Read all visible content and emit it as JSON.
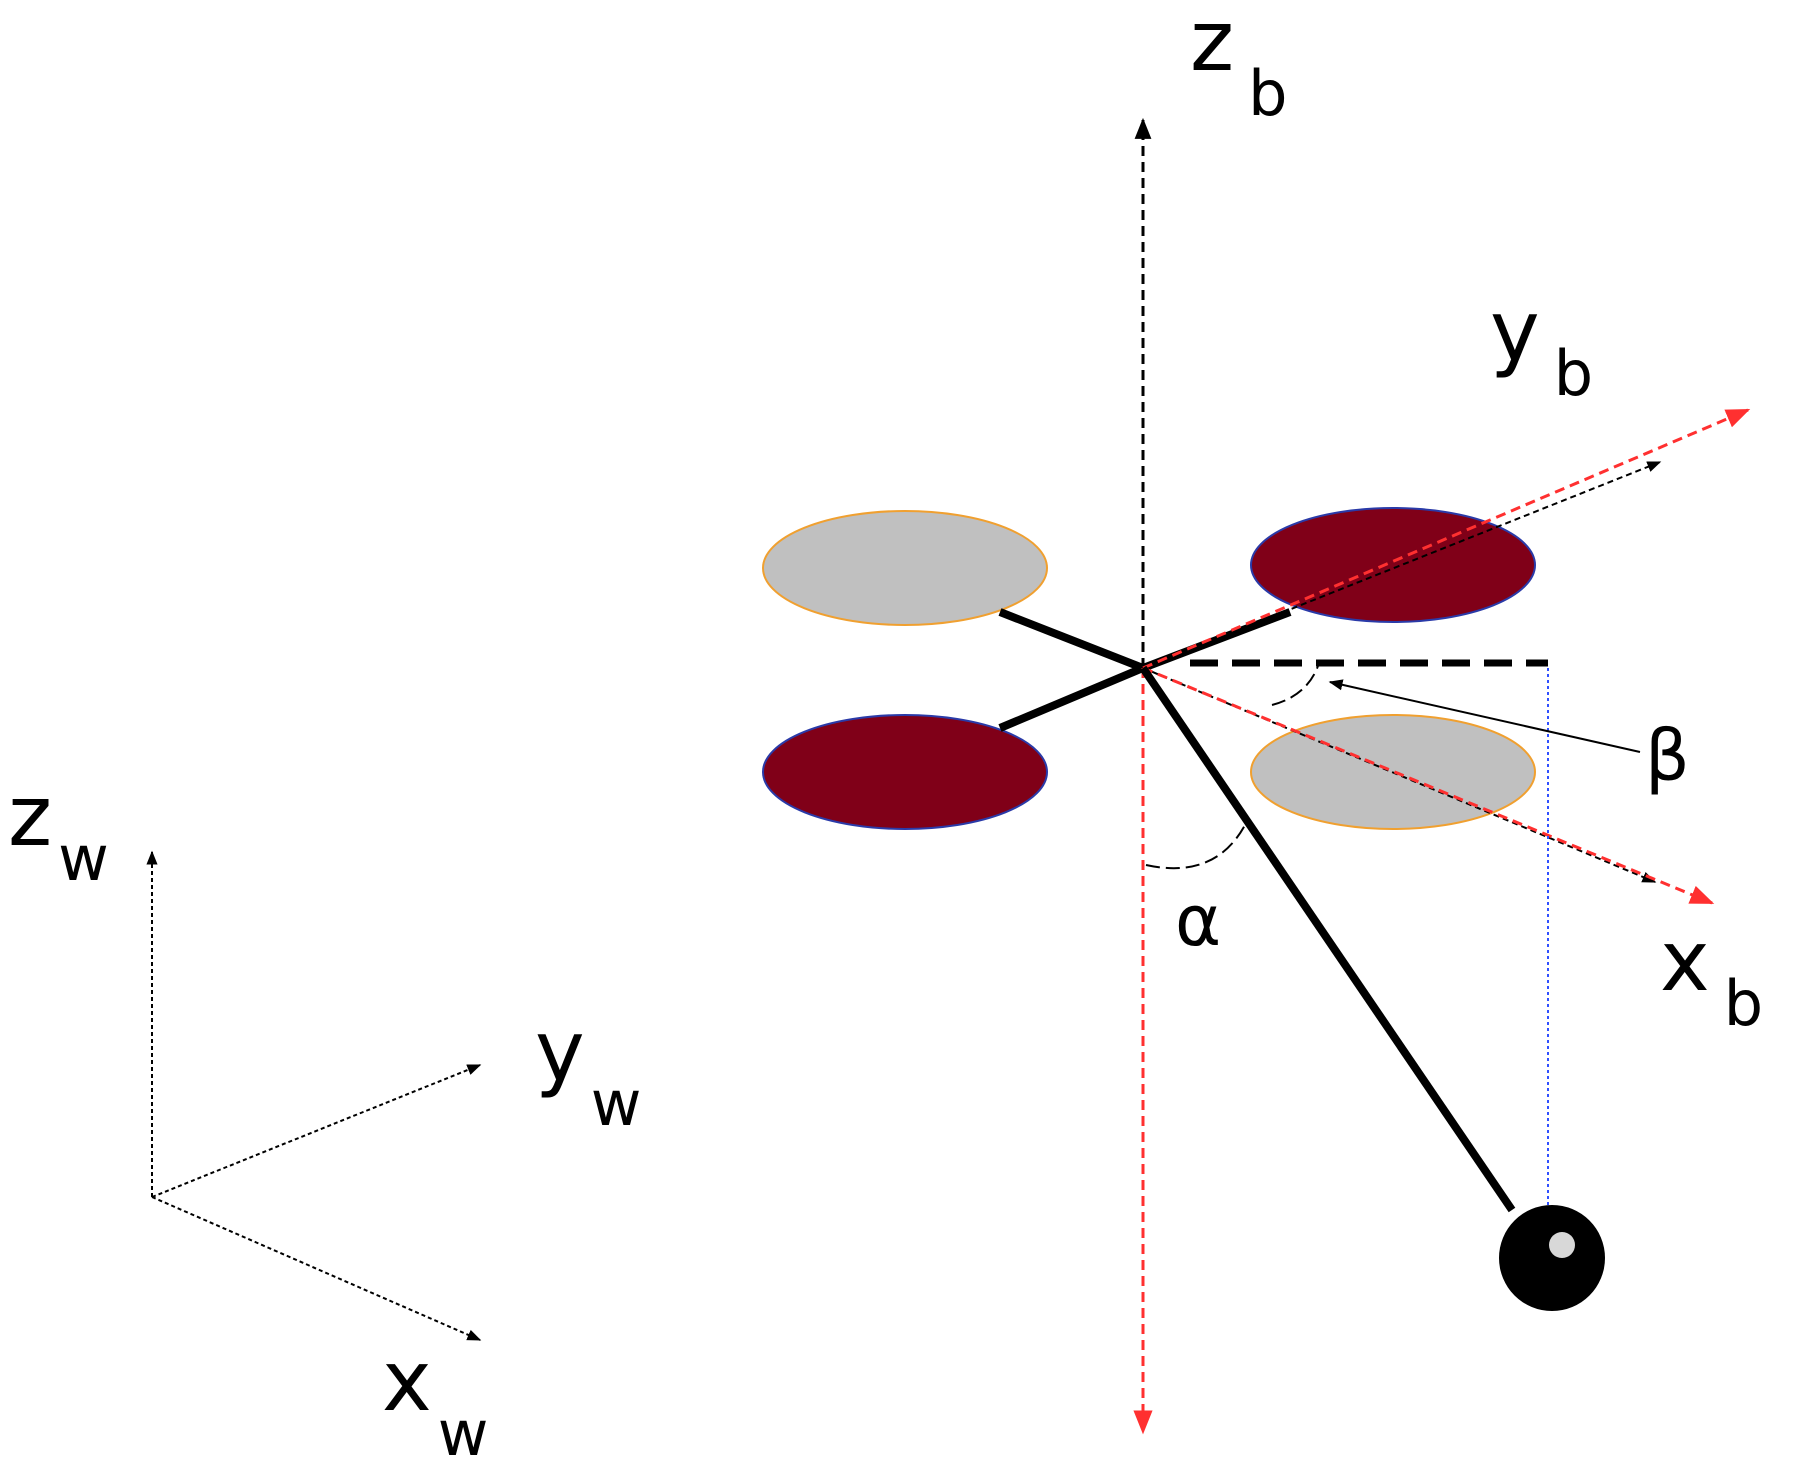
{
  "labels": {
    "zb": {
      "main": "z",
      "sub": "b"
    },
    "yb": {
      "main": "y",
      "sub": "b"
    },
    "xb": {
      "main": "x",
      "sub": "b"
    },
    "zw": {
      "main": "z",
      "sub": "w"
    },
    "yw": {
      "main": "y",
      "sub": "w"
    },
    "xw": {
      "main": "x",
      "sub": "w"
    },
    "alpha": "α",
    "beta": "β"
  },
  "colors": {
    "rotor_dark": "#800018",
    "rotor_light": "#c0c0c0",
    "rotor_dark_edge": "#2a3aa8",
    "rotor_light_edge": "#f0a030",
    "axis_red": "#ff3030",
    "projection_blue": "#3050ff",
    "frame_black": "#000000"
  }
}
